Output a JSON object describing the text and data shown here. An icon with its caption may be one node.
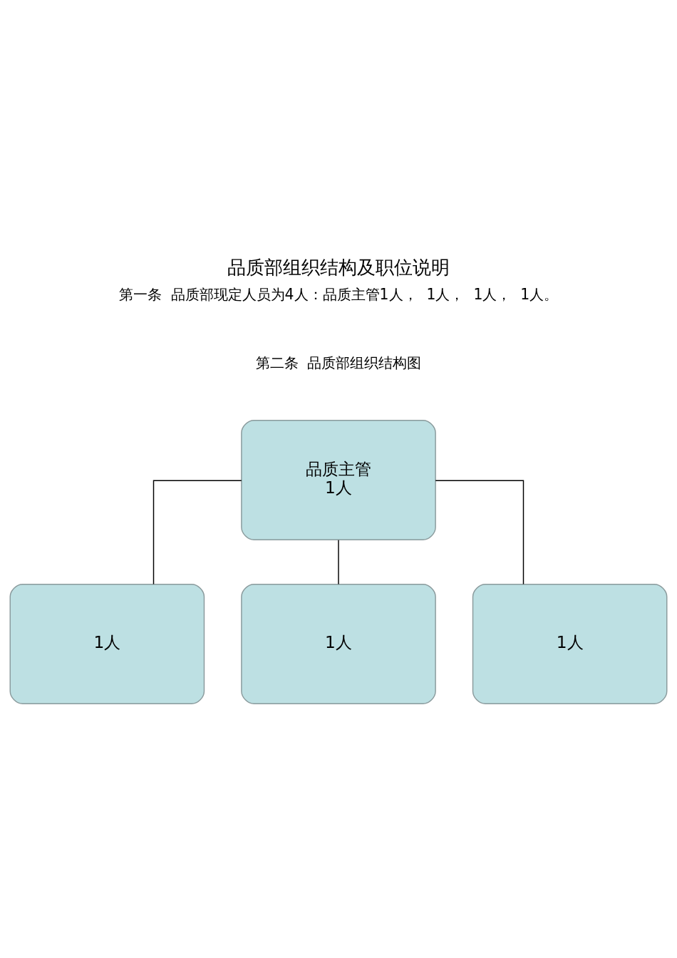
{
  "diagram": {
    "title": "品质部组织结构及职位说明",
    "nodes": [
      {
        "text": [
          "品质主管",
          "1人"
        ]
      },
      {
        "text": [
          "1人"
        ]
      },
      {
        "text": [
          "1人"
        ]
      },
      {
        "text": [
          "1人"
        ]
      }
    ],
    "edges": [
      {
        "from": 0,
        "to": 1,
        "arrow": "none"
      },
      {
        "from": 0,
        "to": 2,
        "arrow": "none"
      },
      {
        "from": 0,
        "to": 3,
        "arrow": "none"
      }
    ],
    "labels": [
      "第一条  品质部现定人员为4人：品质主管1人，  1人，  1人，  1人。",
      "第二条  品质部组织结构图"
    ]
  }
}
